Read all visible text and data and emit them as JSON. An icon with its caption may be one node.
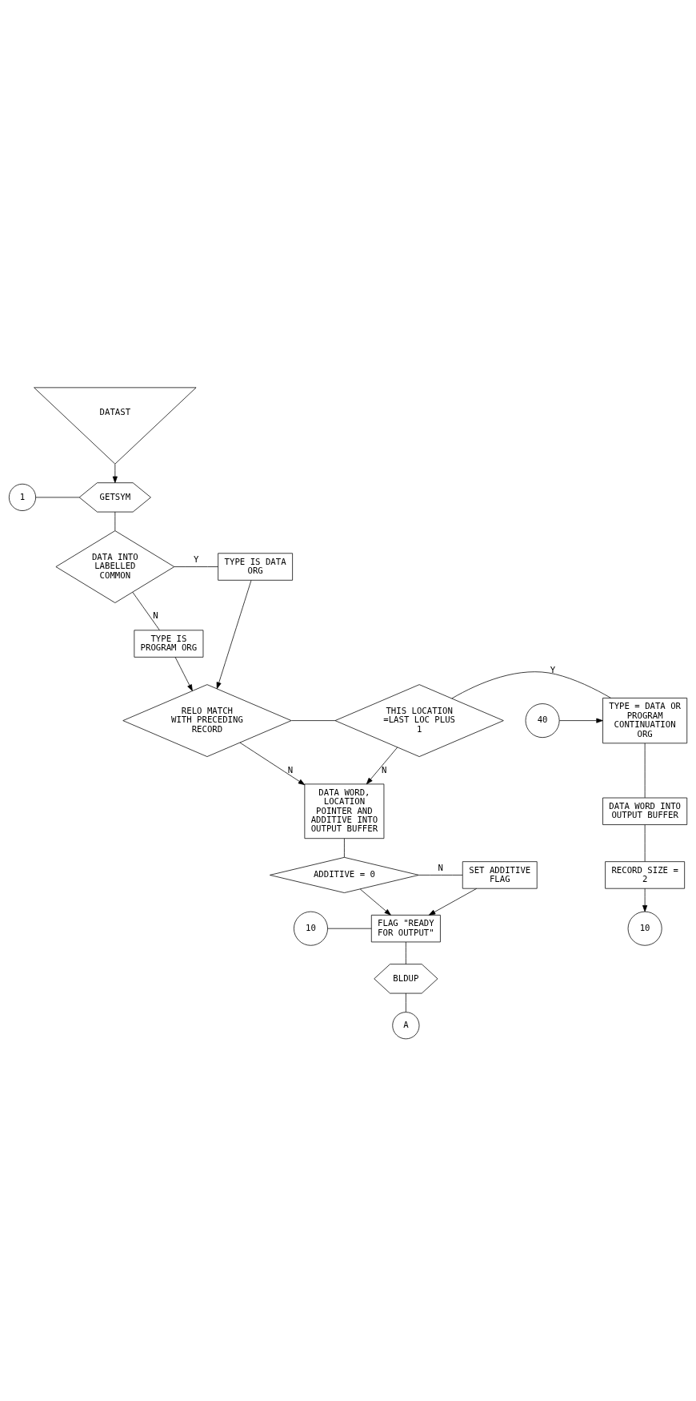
{
  "diagram": {
    "nodes": [
      {
        "text": [
          "DATAST"
        ]
      },
      {
        "text": [
          "GETSYM"
        ]
      },
      {
        "text": [
          "1"
        ]
      },
      {
        "text": [
          "DATA INTO LABELLED COMMON"
        ]
      },
      {
        "text": [
          "TYPE IS DATA ORG"
        ]
      },
      {
        "text": [
          "TYPE IS PROGRAM ORG"
        ]
      },
      {
        "text": [
          "RELO MATCH WITH PRECEDING RECORD"
        ]
      },
      {
        "text": [
          "THIS LOCATION =LAST LOC PLUS 1"
        ]
      },
      {
        "text": [
          "40"
        ]
      },
      {
        "text": [
          "TYPE = DATA OR PROGRAM CONTINUATION ORG"
        ]
      },
      {
        "text": [
          "DATA WORD INTO OUTPUT BUFFER"
        ]
      },
      {
        "text": [
          "RECORD SIZE = 2"
        ]
      },
      {
        "text": [
          "10"
        ]
      },
      {
        "text": [
          "DATA WORD, LOCATION POINTER AND ADDITIVE INTO OUTPUT BUFFER"
        ]
      },
      {
        "text": [
          "ADDITIVE = 0"
        ]
      },
      {
        "text": [
          "SET ADDITIVE FLAG"
        ]
      },
      {
        "text": [
          "10"
        ]
      },
      {
        "text": [
          "FLAG \"READY FOR OUTPUT\""
        ]
      },
      {
        "text": [
          "BLDUP"
        ]
      },
      {
        "text": [
          "A"
        ]
      }
    ],
    "edges": [
      {
        "from": 0,
        "to": 1,
        "arrow": "to"
      },
      {
        "from": 2,
        "to": 1,
        "arrow": "none"
      },
      {
        "from": 1,
        "to": 3,
        "arrow": "none"
      },
      {
        "from": 3,
        "to": 4,
        "arrow": "none",
        "label": "Y"
      },
      {
        "from": 3,
        "to": 5,
        "arrow": "none",
        "label": "N"
      },
      {
        "from": 4,
        "to": 6,
        "arrow": "to"
      },
      {
        "from": 5,
        "to": 6,
        "arrow": "to"
      },
      {
        "from": 6,
        "to": 7,
        "arrow": "none"
      },
      {
        "from": 7,
        "to": 9,
        "arrow": "none",
        "label": "Y"
      },
      {
        "from": 6,
        "to": 13,
        "arrow": "to",
        "label": "N"
      },
      {
        "from": 7,
        "to": 13,
        "arrow": "to",
        "label": "N"
      },
      {
        "from": 8,
        "to": 9,
        "arrow": "to"
      },
      {
        "from": 9,
        "to": 10,
        "arrow": "none"
      },
      {
        "from": 10,
        "to": 11,
        "arrow": "none"
      },
      {
        "from": 11,
        "to": 12,
        "arrow": "to"
      },
      {
        "from": 13,
        "to": 14,
        "arrow": "none"
      },
      {
        "from": 14,
        "to": 15,
        "arrow": "none",
        "label": "N"
      },
      {
        "from": 14,
        "to": 17,
        "arrow": "to"
      },
      {
        "from": 15,
        "to": 17,
        "arrow": "to"
      },
      {
        "from": 16,
        "to": 17,
        "arrow": "none"
      },
      {
        "from": 17,
        "to": 18,
        "arrow": "none"
      },
      {
        "from": 18,
        "to": 19,
        "arrow": "none"
      }
    ]
  }
}
